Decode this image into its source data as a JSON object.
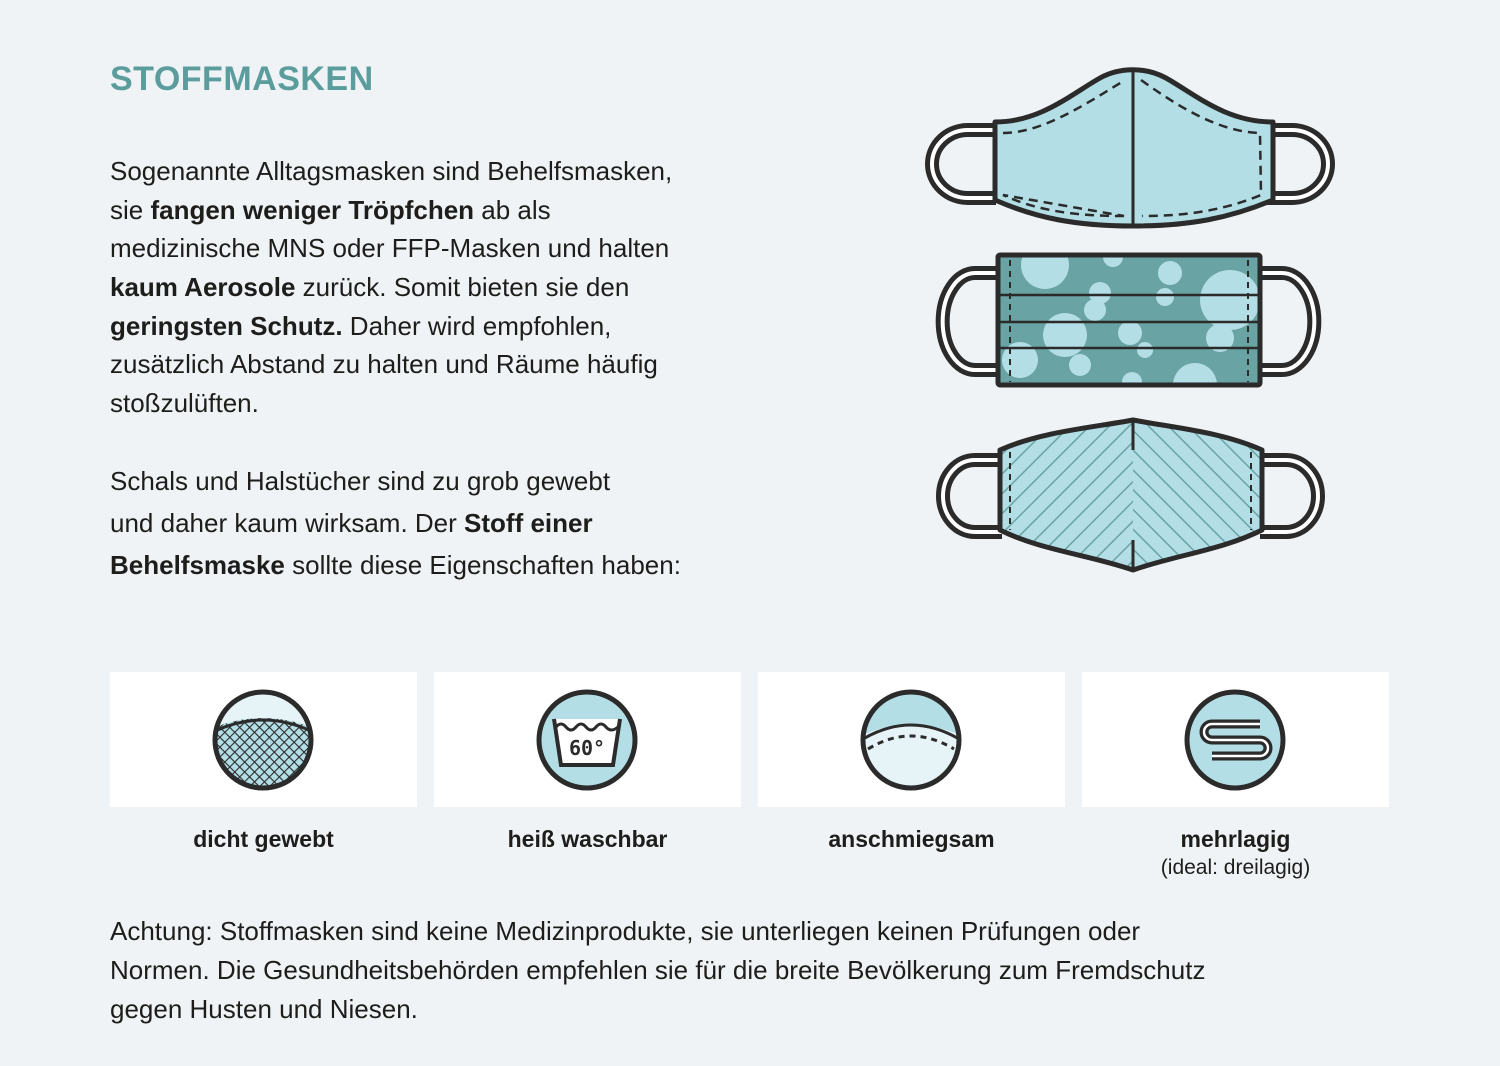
{
  "title": "STOFFMASKEN",
  "paragraph1": [
    [
      {
        "t": "Sogenannte Alltagsmasken sind Behelfsmasken,"
      }
    ],
    [
      {
        "t": "sie "
      },
      {
        "t": "fangen weniger Tröpfchen",
        "b": true
      },
      {
        "t": " ab als"
      }
    ],
    [
      {
        "t": "medizinische MNS oder FFP-Masken und halten"
      }
    ],
    [
      {
        "t": "kaum Aerosole",
        "b": true
      },
      {
        "t": " zurück. Somit bieten sie den"
      }
    ],
    [
      {
        "t": "geringsten Schutz.",
        "b": true
      },
      {
        "t": " Daher wird empfohlen,"
      }
    ],
    [
      {
        "t": "zusätzlich Abstand zu halten und Räume häufig"
      }
    ],
    [
      {
        "t": "stoßzulüften."
      }
    ]
  ],
  "paragraph2": [
    [
      {
        "t": "Schals und Halstücher sind zu grob gewebt"
      }
    ],
    [
      {
        "t": "und daher kaum wirksam. Der "
      },
      {
        "t": "Stoff einer",
        "b": true
      }
    ],
    [
      {
        "t": "Behelfsmaske",
        "b": true
      },
      {
        "t": " sollte diese Eigenschaften haben:"
      }
    ]
  ],
  "properties": [
    {
      "label": "dicht gewebt",
      "icon": "dense-weave-icon"
    },
    {
      "label": "heiß waschbar",
      "icon": "wash-60-icon",
      "icon_text": "60°"
    },
    {
      "label": "anschmiegsam",
      "icon": "snug-fit-icon"
    },
    {
      "label": "mehrlagig",
      "sub": "(ideal: dreilagig)",
      "icon": "layers-icon"
    }
  ],
  "footer": [
    [
      {
        "t": "Achtung: Stoffmasken sind keine Medizinprodukte, sie unterliegen keinen Prüfungen oder"
      }
    ],
    [
      {
        "t": "Normen. Die Gesundheitsbehörden empfehlen sie für die breite Bevölkerung zum Fremdschutz"
      }
    ],
    [
      {
        "t": "gegen Husten und Niesen."
      }
    ]
  ],
  "colors": {
    "title": "#5b9c9c",
    "light": "#b3dee6",
    "teal": "#6aa3a3",
    "outline": "#2b2b2b",
    "bg": "#eff3f5"
  }
}
